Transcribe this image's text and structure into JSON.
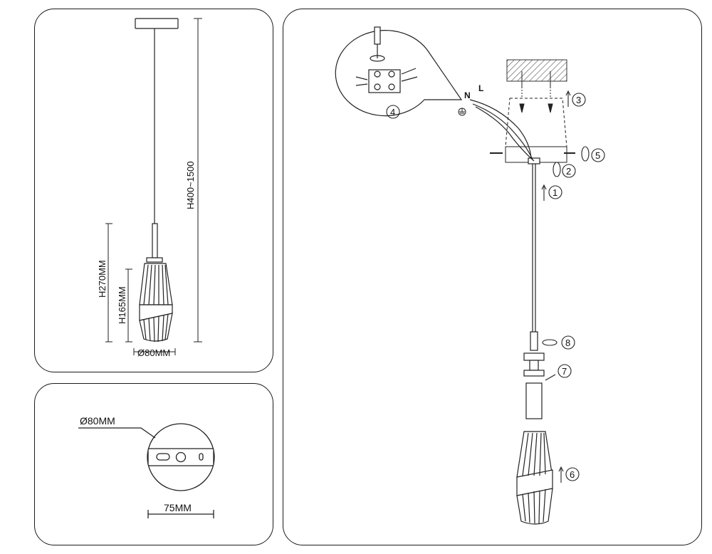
{
  "dimensions": {
    "total_height": "H400~1500",
    "lamp_height": "H270MM",
    "shade_height": "H165MM",
    "shade_diameter": "Ø80MM"
  },
  "base": {
    "diameter": "Ø80MM",
    "mount_width": "75MM"
  },
  "install": {
    "wire_n": "N",
    "wire_l": "L",
    "steps": [
      "1",
      "2",
      "3",
      "4",
      "5",
      "6",
      "7",
      "8"
    ]
  }
}
